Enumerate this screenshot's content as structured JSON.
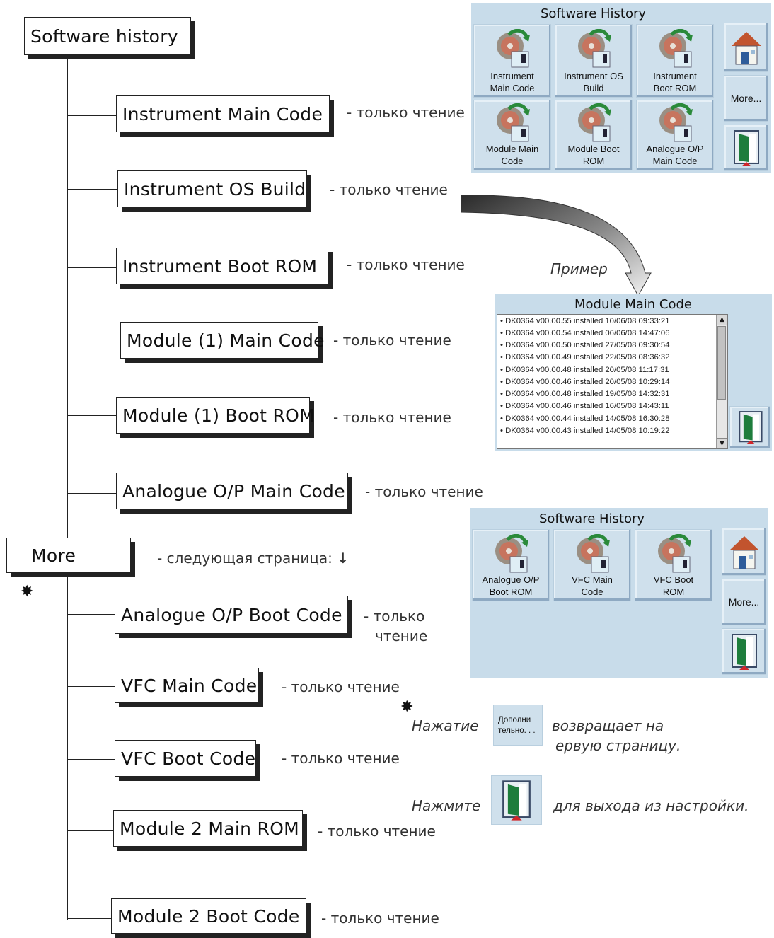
{
  "tree": {
    "root_label": "Software history",
    "readonly_text": "- только чтение",
    "items": [
      {
        "label": "Instrument Main Code"
      },
      {
        "label": "Instrument OS Build"
      },
      {
        "label": "Instrument Boot ROM"
      },
      {
        "label": "Module (1) Main Code"
      },
      {
        "label": "Module (1) Boot ROM"
      },
      {
        "label": "Analogue O/P Main Code"
      }
    ],
    "more_label": "More",
    "more_note": "- следующая страница:",
    "more_arrow": "↓",
    "items2": [
      {
        "label": "Analogue O/P Boot Code"
      },
      {
        "label": "VFC Main Code"
      },
      {
        "label": "VFC Boot Code"
      },
      {
        "label": "Module 2 Main ROM"
      },
      {
        "label": "Module 2 Boot Code"
      }
    ],
    "readonly_split_1": "- только",
    "readonly_split_2": "чтение"
  },
  "panel1": {
    "title": "Software History",
    "buttons": [
      {
        "label_1": "Instrument",
        "label_2": "Main Code",
        "icon": "cd-book-icon"
      },
      {
        "label_1": "Instrument OS",
        "label_2": "Build",
        "icon": "cd-book-icon"
      },
      {
        "label_1": "Instrument",
        "label_2": "Boot ROM",
        "icon": "cd-book-icon"
      },
      {
        "label_1": "Module Main",
        "label_2": "Code",
        "icon": "cd-book-icon"
      },
      {
        "label_1": "Module Boot",
        "label_2": "ROM",
        "icon": "cd-book-icon"
      },
      {
        "label_1": "Analogue O/P",
        "label_2": "Main Code",
        "icon": "cd-book-icon"
      }
    ],
    "more_label": "More...",
    "home_icon": "home-icon",
    "exit_icon": "exit-door-icon"
  },
  "example": {
    "label": "Пример",
    "title": "Module Main Code",
    "entries": [
      "DK0364  v00.00.55 installed 10/06/08 09:33:21",
      "DK0364  v00.00.54 installed 06/06/08 14:47:06",
      "DK0364  v00.00.50 installed 27/05/08 09:30:54",
      "DK0364  v00.00.49 installed 22/05/08 08:36:32",
      "DK0364  v00.00.48 installed 20/05/08 11:17:31",
      "DK0364  v00.00.46 installed 20/05/08 10:29:14",
      "DK0364  v00.00.48 installed 19/05/08 14:32:31",
      "DK0364  v00.00.46 installed 16/05/08 14:43:11",
      "DK0364  v00.00.44 installed 14/05/08 16:30:28",
      "DK0364  v00.00.43 installed 14/05/08 10:19:22"
    ]
  },
  "panel2": {
    "title": "Software History",
    "buttons": [
      {
        "label_1": "Analogue O/P",
        "label_2": "Boot ROM",
        "icon": "cd-book-icon"
      },
      {
        "label_1": "VFC Main",
        "label_2": "Code",
        "icon": "cd-book-icon"
      },
      {
        "label_1": "VFC Boot",
        "label_2": "ROM",
        "icon": "cd-book-icon"
      }
    ],
    "more_label": "More..."
  },
  "footnotes": {
    "star": "✸",
    "press_label": "Нажатие",
    "more_btn_1": "Дополни",
    "more_btn_2": "тельно. . .",
    "returns_1": "возвращает на",
    "returns_2": "ервую страницу.",
    "press_exit_label": "Нажмите",
    "exit_text": "для выхода из настройки."
  },
  "colors": {
    "panel_bg": "#c8dcea",
    "button_bg": "#cfe0ec",
    "arrow_dark": "#2a2a2a",
    "arrow_light": "#f0f0f0"
  }
}
